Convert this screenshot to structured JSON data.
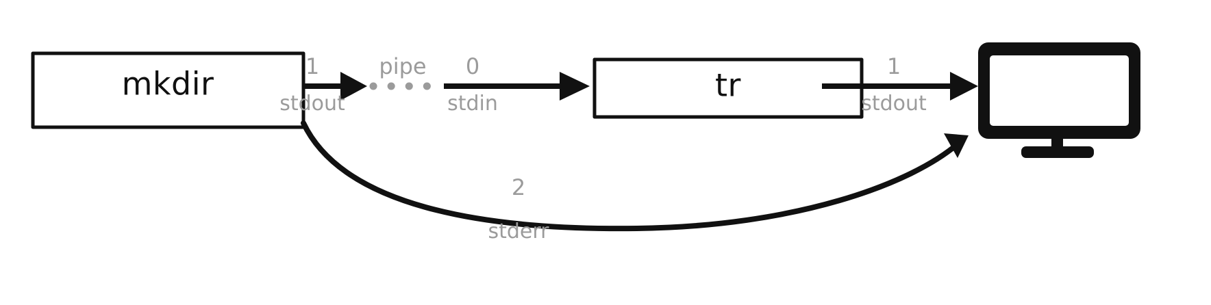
{
  "diagram": {
    "title": "mkdir piped to tr with stderr to display",
    "background_color": "#ffffff",
    "ink_color": "#111111",
    "label_color": "#9b9b9b",
    "nodes": [
      {
        "id": "mkdir",
        "label": "mkdir",
        "type": "process-box"
      },
      {
        "id": "tr",
        "label": "tr",
        "type": "process-box"
      },
      {
        "id": "display",
        "label": "",
        "type": "monitor-icon",
        "icon": "monitor-icon"
      }
    ],
    "connections": [
      {
        "id": "mkdir-stdout",
        "from": "mkdir",
        "to": "pipe",
        "fd_number": "1",
        "fd_name": "stdout",
        "style": "solid-arrow"
      },
      {
        "id": "pipe",
        "from": "mkdir-stdout",
        "to": "tr-stdin",
        "label": "pipe",
        "style": "dotted"
      },
      {
        "id": "tr-stdin",
        "from": "pipe",
        "to": "tr",
        "fd_number": "0",
        "fd_name": "stdin",
        "style": "solid-arrow"
      },
      {
        "id": "tr-stdout",
        "from": "tr",
        "to": "display",
        "fd_number": "1",
        "fd_name": "stdout",
        "style": "solid-arrow"
      },
      {
        "id": "mkdir-stderr",
        "from": "mkdir",
        "to": "display",
        "fd_number": "2",
        "fd_name": "stderr",
        "style": "curved-arrow"
      }
    ]
  }
}
